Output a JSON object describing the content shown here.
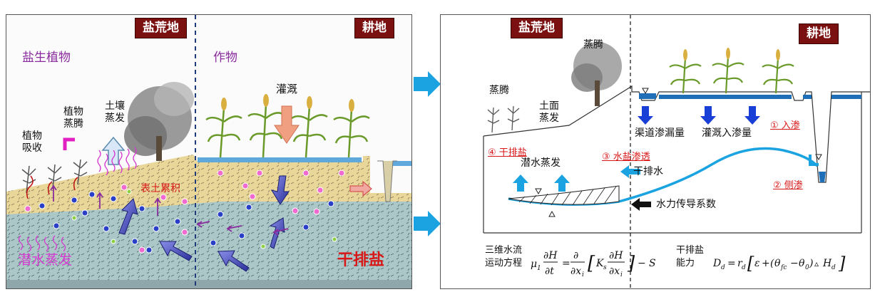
{
  "left": {
    "tag_saline": "盐荒地",
    "tag_farm": "耕地",
    "halophyte": "盐生植物",
    "crop": "作物",
    "soil_evap_1": "土壤",
    "soil_evap_2": "蒸发",
    "plant_transp_1": "植物",
    "plant_transp_2": "蒸腾",
    "plant_absorb_1": "植物",
    "plant_absorb_2": "吸收",
    "irrigation": "灌溉",
    "surface_salt": "表土累积",
    "phreatic_evap": "潜水蒸发",
    "dry_drainage": "干排盐"
  },
  "middle": {
    "vertical_title": "干排盐水盐均衡概念模型"
  },
  "right": {
    "tag_saline": "盐荒地",
    "tag_farm": "耕地",
    "transp_top": "蒸腾",
    "transp_left": "蒸腾",
    "surface_evap_1": "土面",
    "surface_evap_2": "蒸发",
    "canal_seepage": "渠道渗漏量",
    "irrig_infiltration": "灌溉入渗量",
    "n1_infiltration": "① 入渗",
    "n4_dry_drainage": "④ 干排盐",
    "n3_salt_seepage": "③ 水盐渗透",
    "phreatic_evap": "潜水蒸发",
    "dry_drain_water": "干排水",
    "n2_lateral": "② 侧渗",
    "hydraulic_cond": "水力传导系数",
    "eq1_label_1": "三维水流",
    "eq1_label_2": "运动方程",
    "eq2_label_1": "干排盐",
    "eq2_label_2": "能力"
  },
  "colors": {
    "tag_bg": "#7a1010",
    "label_purple": "#8a2c9e",
    "label_red": "#d81818",
    "water_blue": "#1aa3e0",
    "arrow_blue": "#1a3fd6"
  }
}
